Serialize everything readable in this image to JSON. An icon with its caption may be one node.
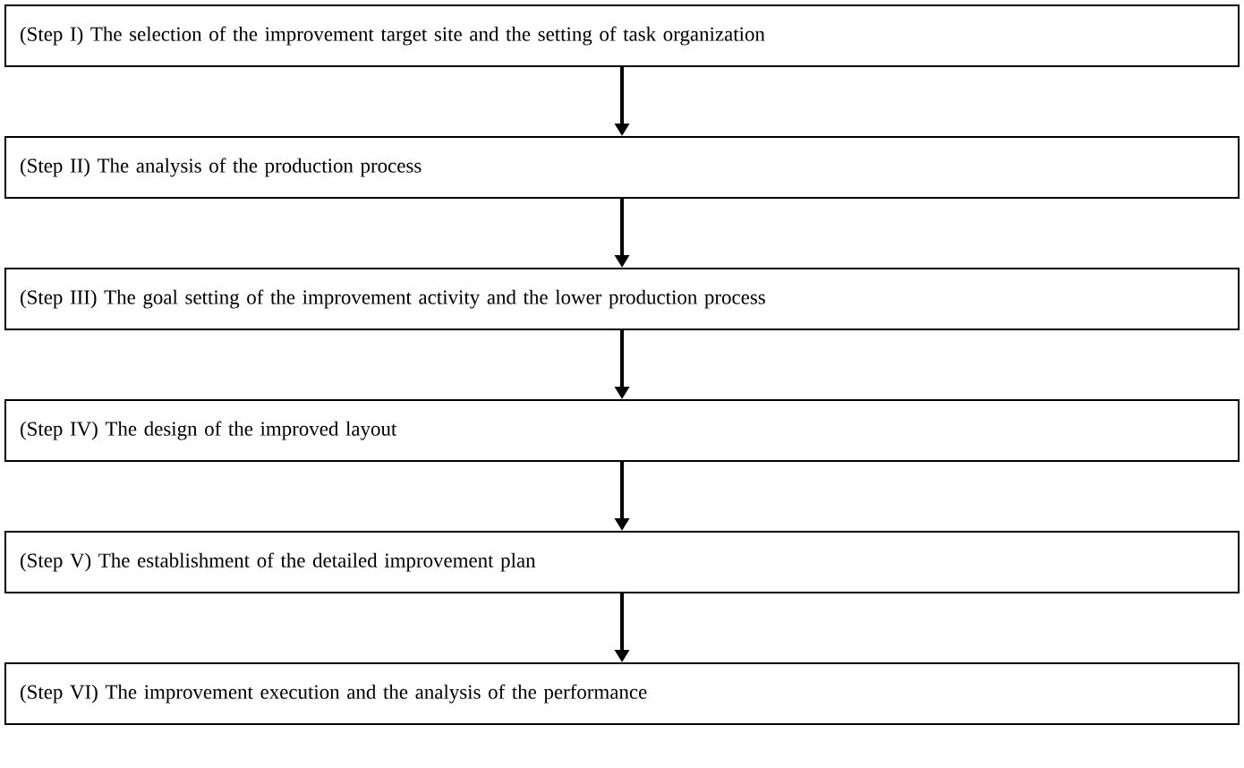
{
  "diagram": {
    "nodes": [
      {
        "text": [
          "(Step I) The selection of the improvement target site and the setting of task organization"
        ]
      },
      {
        "text": [
          "(Step II) The analysis of the production process"
        ]
      },
      {
        "text": [
          "(Step III) The goal setting of the improvement activity and the lower production process"
        ]
      },
      {
        "text": [
          "(Step IV) The design of the improved layout"
        ]
      },
      {
        "text": [
          "(Step V) The establishment of the detailed improvement plan"
        ]
      },
      {
        "text": [
          "(Step VI) The improvement execution and the analysis of the performance"
        ]
      }
    ],
    "edges": [
      {
        "from": 0,
        "to": 1,
        "arrow": "to"
      },
      {
        "from": 1,
        "to": 2,
        "arrow": "to"
      },
      {
        "from": 2,
        "to": 3,
        "arrow": "to"
      },
      {
        "from": 3,
        "to": 4,
        "arrow": "to"
      },
      {
        "from": 4,
        "to": 5,
        "arrow": "to"
      }
    ]
  }
}
